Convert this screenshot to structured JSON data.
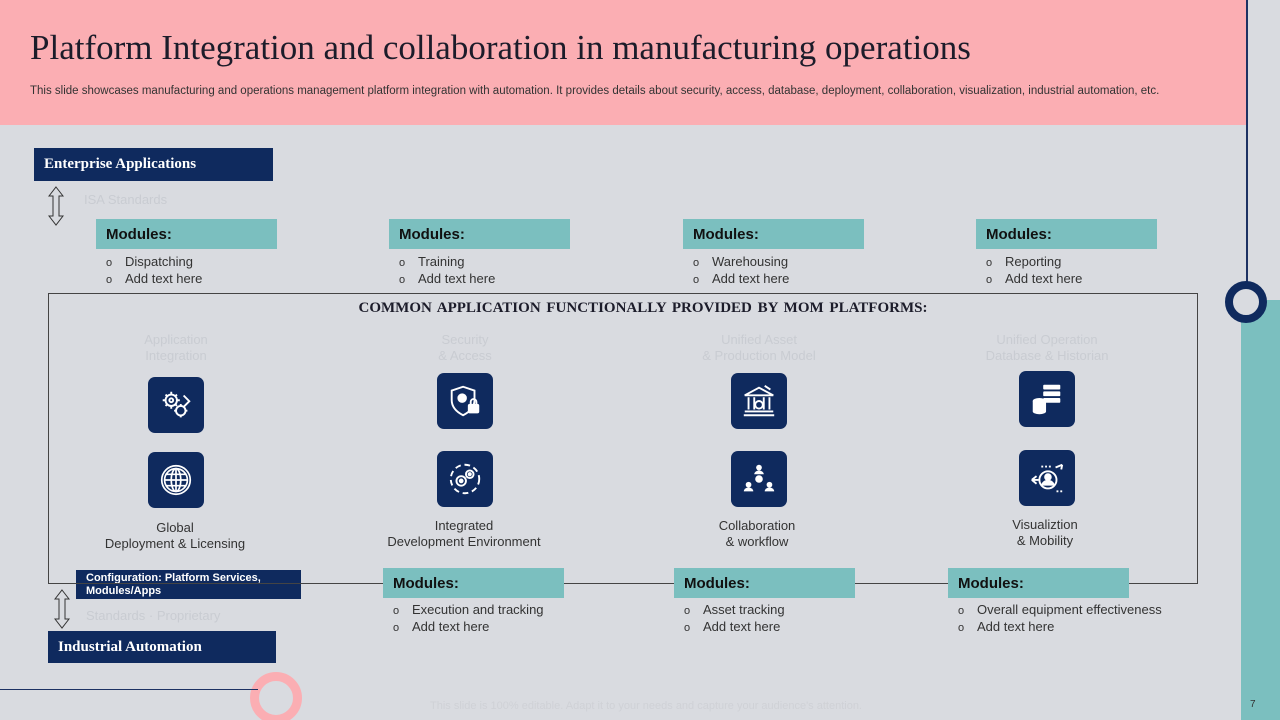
{
  "header": {
    "title": "Platform Integration and collaboration in manufacturing operations",
    "subtitle": "This slide showcases manufacturing and operations management platform integration with automation. It provides details about security, access, database, deployment, collaboration, visualization, industrial automation, etc."
  },
  "left": {
    "enterprise_label": "Enterprise Applications",
    "isa_ghost": "ISA Standards",
    "config_label": "Configuration: Platform Services, Modules/Apps",
    "standards_ghost": "Standards · Proprietary",
    "industrial_label": "Industrial Automation"
  },
  "modules_top": [
    {
      "head": "Modules:",
      "items": [
        "Dispatching",
        "Add text here"
      ]
    },
    {
      "head": "Modules:",
      "items": [
        "Training",
        "Add text here"
      ]
    },
    {
      "head": "Modules:",
      "items": [
        "Warehousing",
        "Add text here"
      ]
    },
    {
      "head": "Modules:",
      "items": [
        "Reporting",
        "Add text here"
      ]
    }
  ],
  "modules_bottom": [
    {
      "head": "Modules:",
      "items": [
        "Execution and tracking",
        "Add text here"
      ]
    },
    {
      "head": "Modules:",
      "items": [
        "Asset tracking",
        "Add text here"
      ]
    },
    {
      "head": "Modules:",
      "items": [
        "Overall equipment effectiveness",
        "Add text here"
      ]
    }
  ],
  "common": {
    "title": "COMMON APPLICATION  FUNCTIONALLY  PROVIDED BY MOM PLATFORMS:",
    "ghost_captions": [
      {
        "line1": "Application",
        "line2": "Integration"
      },
      {
        "line1": "Security",
        "line2": "& Access"
      },
      {
        "line1": "Unified Asset",
        "line2": "& Production Model"
      },
      {
        "line1": "Unified Operation",
        "line2": "Database & Historian"
      }
    ],
    "captions": [
      {
        "line1": "Global",
        "line2": "Deployment & Licensing"
      },
      {
        "line1": "Integrated",
        "line2": "Development  Environment"
      },
      {
        "line1": "Collaboration",
        "line2": "& workflow"
      },
      {
        "line1": "Visualiztion",
        "line2": "& Mobility"
      }
    ],
    "icons_top": [
      "gears-arrow-icon",
      "shield-lock-icon",
      "bank-dollar-icon",
      "database-server-icon"
    ],
    "icons_bottom": [
      "globe-icon",
      "gears-cycle-icon",
      "team-gear-icon",
      "user-arrows-icon"
    ]
  },
  "footer": {
    "ghost": "This slide is 100% editable. Adapt it to your needs and capture your audience's attention.",
    "page_number": "7"
  },
  "colors": {
    "header_bg": "#fbaeb3",
    "navy": "#0f2a5e",
    "teal": "#7bbfbf",
    "background": "#d9dbe0"
  }
}
